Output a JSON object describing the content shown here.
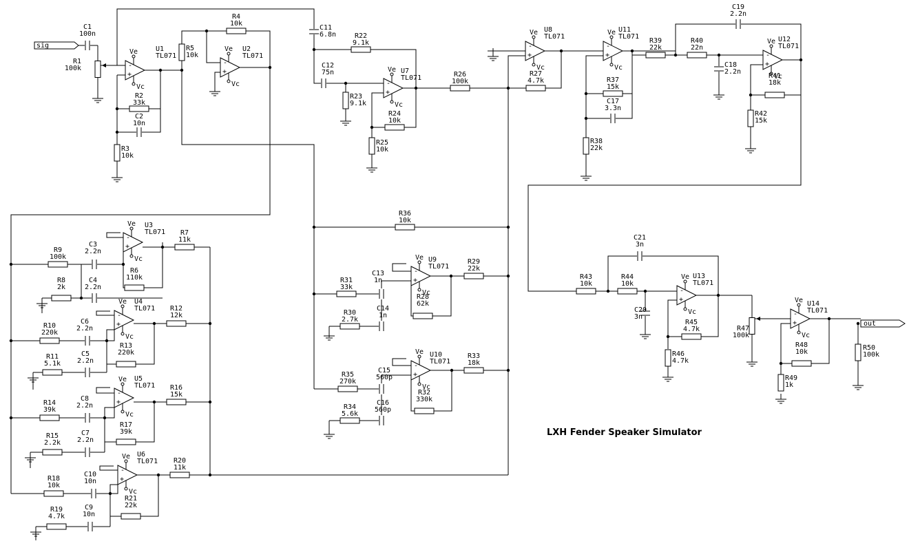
{
  "title": "LXH Fender Speaker Simulator",
  "ports": {
    "input": "sig",
    "output": "out"
  },
  "supply": {
    "neg": "Ve",
    "pos": "Vc"
  },
  "opamps": [
    {
      "ref": "U1",
      "part": "TL071"
    },
    {
      "ref": "U2",
      "part": "TL071"
    },
    {
      "ref": "U3",
      "part": "TL071"
    },
    {
      "ref": "U4",
      "part": "TL071"
    },
    {
      "ref": "U5",
      "part": "TL071"
    },
    {
      "ref": "U6",
      "part": "TL071"
    },
    {
      "ref": "U7",
      "part": "TL071"
    },
    {
      "ref": "U8",
      "part": "TL071"
    },
    {
      "ref": "U9",
      "part": "TL071"
    },
    {
      "ref": "U10",
      "part": "TL071"
    },
    {
      "ref": "U11",
      "part": "TL071"
    },
    {
      "ref": "U12",
      "part": "TL071"
    },
    {
      "ref": "U13",
      "part": "TL071"
    },
    {
      "ref": "U14",
      "part": "TL071"
    }
  ],
  "resistors": [
    {
      "ref": "R1",
      "value": "100k"
    },
    {
      "ref": "R2",
      "value": "33k"
    },
    {
      "ref": "R3",
      "value": "10k"
    },
    {
      "ref": "R4",
      "value": "10k"
    },
    {
      "ref": "R5",
      "value": "10k"
    },
    {
      "ref": "R6",
      "value": "110k"
    },
    {
      "ref": "R7",
      "value": "11k"
    },
    {
      "ref": "R8",
      "value": "2k"
    },
    {
      "ref": "R9",
      "value": "100k"
    },
    {
      "ref": "R10",
      "value": "220k"
    },
    {
      "ref": "R11",
      "value": "5.1k"
    },
    {
      "ref": "R12",
      "value": "12k"
    },
    {
      "ref": "R13",
      "value": "220k"
    },
    {
      "ref": "R14",
      "value": "39k"
    },
    {
      "ref": "R15",
      "value": "2.2k"
    },
    {
      "ref": "R16",
      "value": "15k"
    },
    {
      "ref": "R17",
      "value": "39k"
    },
    {
      "ref": "R18",
      "value": "10k"
    },
    {
      "ref": "R19",
      "value": "4.7k"
    },
    {
      "ref": "R20",
      "value": "11k"
    },
    {
      "ref": "R21",
      "value": "22k"
    },
    {
      "ref": "R22",
      "value": "9.1k"
    },
    {
      "ref": "R23",
      "value": "9.1k"
    },
    {
      "ref": "R24",
      "value": "10k"
    },
    {
      "ref": "R25",
      "value": "10k"
    },
    {
      "ref": "R26",
      "value": "100k"
    },
    {
      "ref": "R27",
      "value": "4.7k"
    },
    {
      "ref": "R28",
      "value": "62k"
    },
    {
      "ref": "R29",
      "value": "22k"
    },
    {
      "ref": "R30",
      "value": "2.7k"
    },
    {
      "ref": "R31",
      "value": "33k"
    },
    {
      "ref": "R32",
      "value": "330k"
    },
    {
      "ref": "R33",
      "value": "18k"
    },
    {
      "ref": "R34",
      "value": "5.6k"
    },
    {
      "ref": "R35",
      "value": "270k"
    },
    {
      "ref": "R36",
      "value": "10k"
    },
    {
      "ref": "R37",
      "value": "15k"
    },
    {
      "ref": "R38",
      "value": "22k"
    },
    {
      "ref": "R39",
      "value": "22k"
    },
    {
      "ref": "R40",
      "value": "22n"
    },
    {
      "ref": "R41",
      "value": "18k"
    },
    {
      "ref": "R42",
      "value": "15k"
    },
    {
      "ref": "R43",
      "value": "10k"
    },
    {
      "ref": "R44",
      "value": "10k"
    },
    {
      "ref": "R45",
      "value": "4.7k"
    },
    {
      "ref": "R46",
      "value": "4.7k"
    },
    {
      "ref": "R47",
      "value": "100k"
    },
    {
      "ref": "R48",
      "value": "10k"
    },
    {
      "ref": "R49",
      "value": "1k"
    },
    {
      "ref": "R50",
      "value": "100k"
    }
  ],
  "capacitors": [
    {
      "ref": "C1",
      "value": "100n"
    },
    {
      "ref": "C2",
      "value": "10n"
    },
    {
      "ref": "C3",
      "value": "2.2n"
    },
    {
      "ref": "C4",
      "value": "2.2n"
    },
    {
      "ref": "C5",
      "value": "2.2n"
    },
    {
      "ref": "C6",
      "value": "2.2n"
    },
    {
      "ref": "C7",
      "value": "2.2n"
    },
    {
      "ref": "C8",
      "value": "2.2n"
    },
    {
      "ref": "C9",
      "value": "10n"
    },
    {
      "ref": "C10",
      "value": "10n"
    },
    {
      "ref": "C11",
      "value": "6.8n"
    },
    {
      "ref": "C12",
      "value": "75n"
    },
    {
      "ref": "C13",
      "value": "1n"
    },
    {
      "ref": "C14",
      "value": "1n"
    },
    {
      "ref": "C15",
      "value": "560p"
    },
    {
      "ref": "C16",
      "value": "560p"
    },
    {
      "ref": "C17",
      "value": "3.3n"
    },
    {
      "ref": "C18",
      "value": "2.2n"
    },
    {
      "ref": "C19",
      "value": "2.2n"
    },
    {
      "ref": "C20",
      "value": "3n"
    },
    {
      "ref": "C21",
      "value": "3n"
    }
  ]
}
